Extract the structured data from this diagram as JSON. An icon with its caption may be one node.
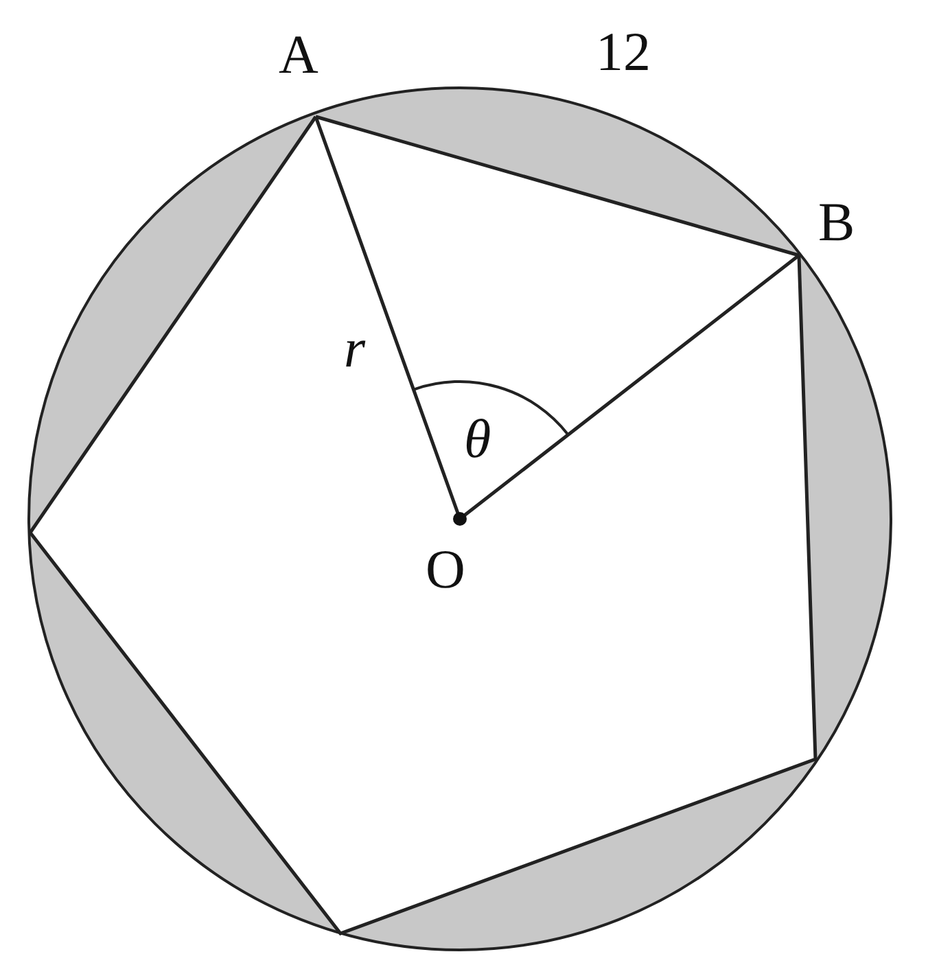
{
  "diagram": {
    "nodes": [
      {
        "text": [
          "A"
        ]
      },
      {
        "text": [
          "B"
        ]
      },
      {
        "text": [
          "O"
        ]
      }
    ],
    "edges": [
      {
        "from": 2,
        "to": 0,
        "arrow": "none",
        "label": "r"
      },
      {
        "from": 2,
        "to": 1,
        "arrow": "none"
      },
      {
        "from": 0,
        "to": 1,
        "arrow": "none"
      }
    ],
    "labels": [
      "θ",
      "12"
    ]
  }
}
